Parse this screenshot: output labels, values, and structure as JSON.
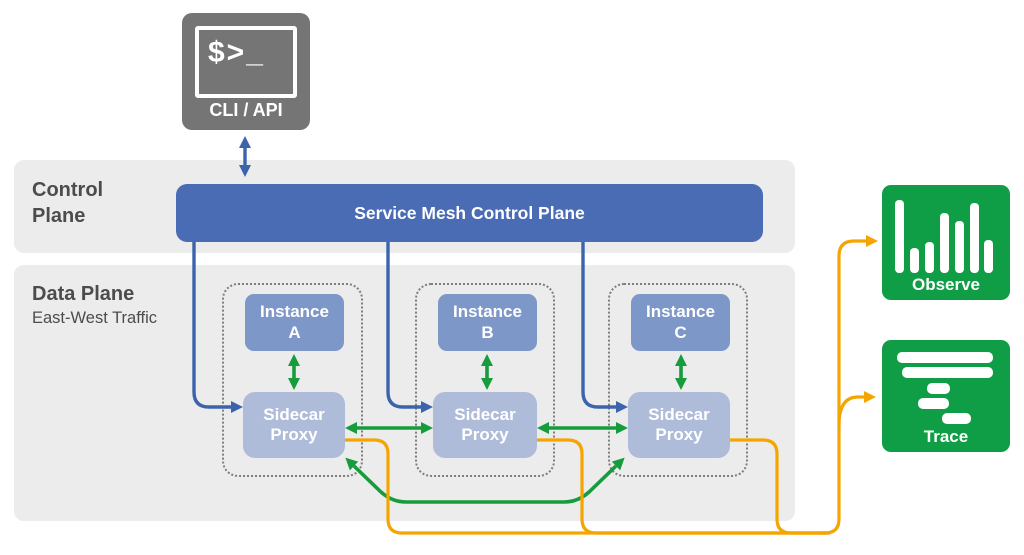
{
  "palette": {
    "band_gray": "#ececec",
    "cli_gray": "#757575",
    "bar_blue": "#4a6cb4",
    "instance_blue": "#7e97c9",
    "sidecar_blue": "#aebcda",
    "arrow_blue": "#3c64ad",
    "tool_green": "#0f9d45",
    "arrow_green": "#169c3c",
    "arrow_orange": "#f5a500",
    "label_dark": "#4c4c4c"
  },
  "cli": {
    "glyph": "$>_",
    "label": "CLI / API"
  },
  "control_plane": {
    "title": "Control\nPlane",
    "bar_label": "Service Mesh Control Plane"
  },
  "data_plane": {
    "title": "Data Plane",
    "subtitle": "East-West Traffic"
  },
  "pods": [
    {
      "instance": "Instance\nA",
      "proxy": "Sidecar\nProxy"
    },
    {
      "instance": "Instance\nB",
      "proxy": "Sidecar\nProxy"
    },
    {
      "instance": "Instance\nC",
      "proxy": "Sidecar\nProxy"
    }
  ],
  "tools": [
    {
      "label": "Observe",
      "icon": "bar-chart-icon"
    },
    {
      "label": "Trace",
      "icon": "trace-spans-icon"
    }
  ]
}
